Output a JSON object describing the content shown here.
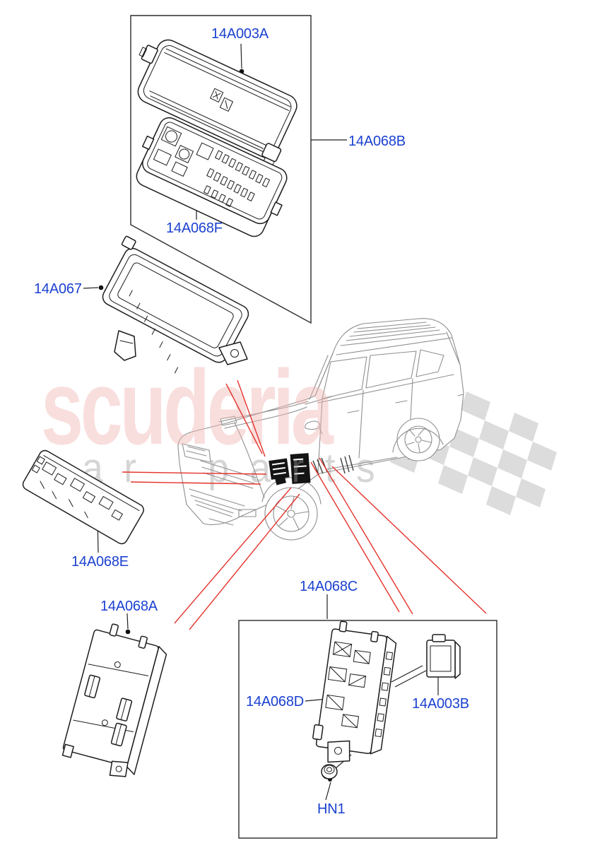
{
  "watermark": {
    "brand_text": "scuderia",
    "tagline_text": "car parts",
    "brand_color": "#f0b6b4",
    "tagline_color": "#9a9a9a",
    "flag_color": "#dcdcdc"
  },
  "diagram": {
    "label_color": "#1b41d0",
    "callout_line_color": "#e5332c",
    "leader_line_color": "#222222",
    "labels": {
      "cover_top": "14A003A",
      "group_engine_fusebox": "14A068B",
      "fusebox_top": "14A068F",
      "tray": "14A067",
      "module_e": "14A068E",
      "module_a": "14A068A",
      "group_aux_fusebox": "14A068C",
      "fusebox_aux": "14A068D",
      "module_small": "14A003B",
      "grommet": "HN1"
    }
  }
}
